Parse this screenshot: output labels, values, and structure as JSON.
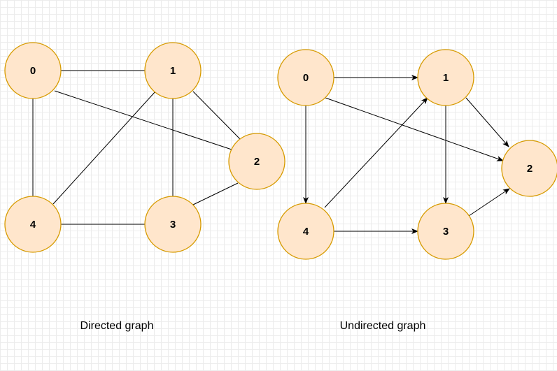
{
  "graphs": [
    {
      "caption": "Directed graph",
      "directed": false,
      "nodes": [
        "0",
        "1",
        "2",
        "3",
        "4"
      ],
      "edges": [
        [
          "0",
          "1"
        ],
        [
          "0",
          "2"
        ],
        [
          "0",
          "4"
        ],
        [
          "1",
          "2"
        ],
        [
          "1",
          "3"
        ],
        [
          "1",
          "4"
        ],
        [
          "2",
          "3"
        ],
        [
          "3",
          "4"
        ]
      ]
    },
    {
      "caption": "Undirected graph",
      "directed": true,
      "nodes": [
        "0",
        "1",
        "2",
        "3",
        "4"
      ],
      "edges": [
        [
          "0",
          "1"
        ],
        [
          "0",
          "2"
        ],
        [
          "0",
          "4"
        ],
        [
          "1",
          "2"
        ],
        [
          "1",
          "3"
        ],
        [
          "3",
          "2"
        ],
        [
          "4",
          "1"
        ],
        [
          "4",
          "3"
        ]
      ]
    }
  ],
  "colors": {
    "node_fill": "#ffe6cc",
    "node_stroke": "#d79b00",
    "edge": "#000000",
    "grid": "#ececec"
  }
}
